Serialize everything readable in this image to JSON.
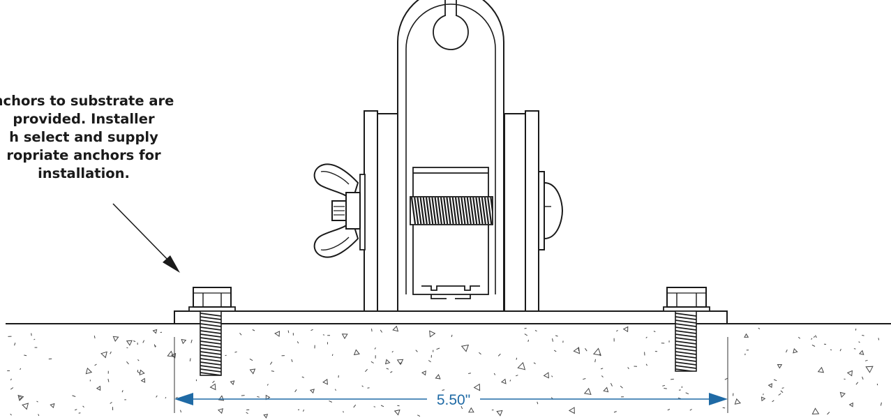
{
  "note": {
    "lines": [
      "nchors to substrate are",
      "provided. Installer",
      "h select and supply",
      "ropriate anchors for",
      "installation."
    ]
  },
  "dimension": {
    "label": "5.50\"",
    "color": "#1f6aa5"
  },
  "colors": {
    "line": "#1a1a1a",
    "dimension": "#1f6aa5"
  }
}
